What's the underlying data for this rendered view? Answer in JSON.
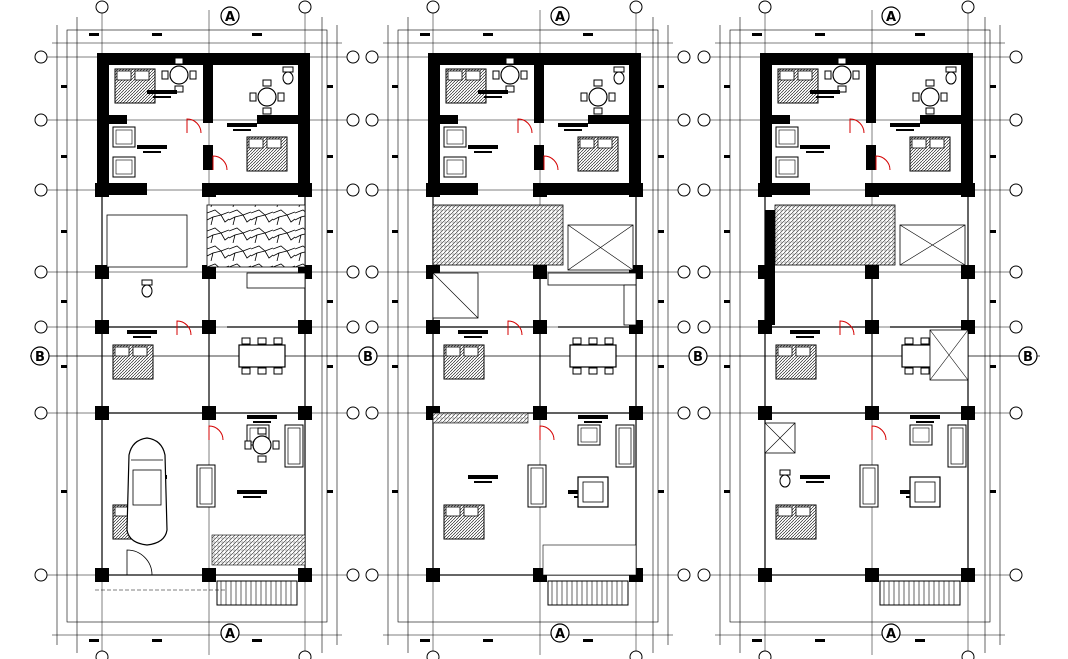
{
  "drawing": {
    "section_labels": {
      "a": "A",
      "b": "B"
    },
    "plans": [
      "plan-left",
      "plan-middle",
      "plan-right"
    ],
    "colors": {
      "ink": "#000000",
      "wall": "#000000",
      "hatch": "#555555",
      "accent": "#d40000",
      "paper": "#ffffff"
    }
  }
}
